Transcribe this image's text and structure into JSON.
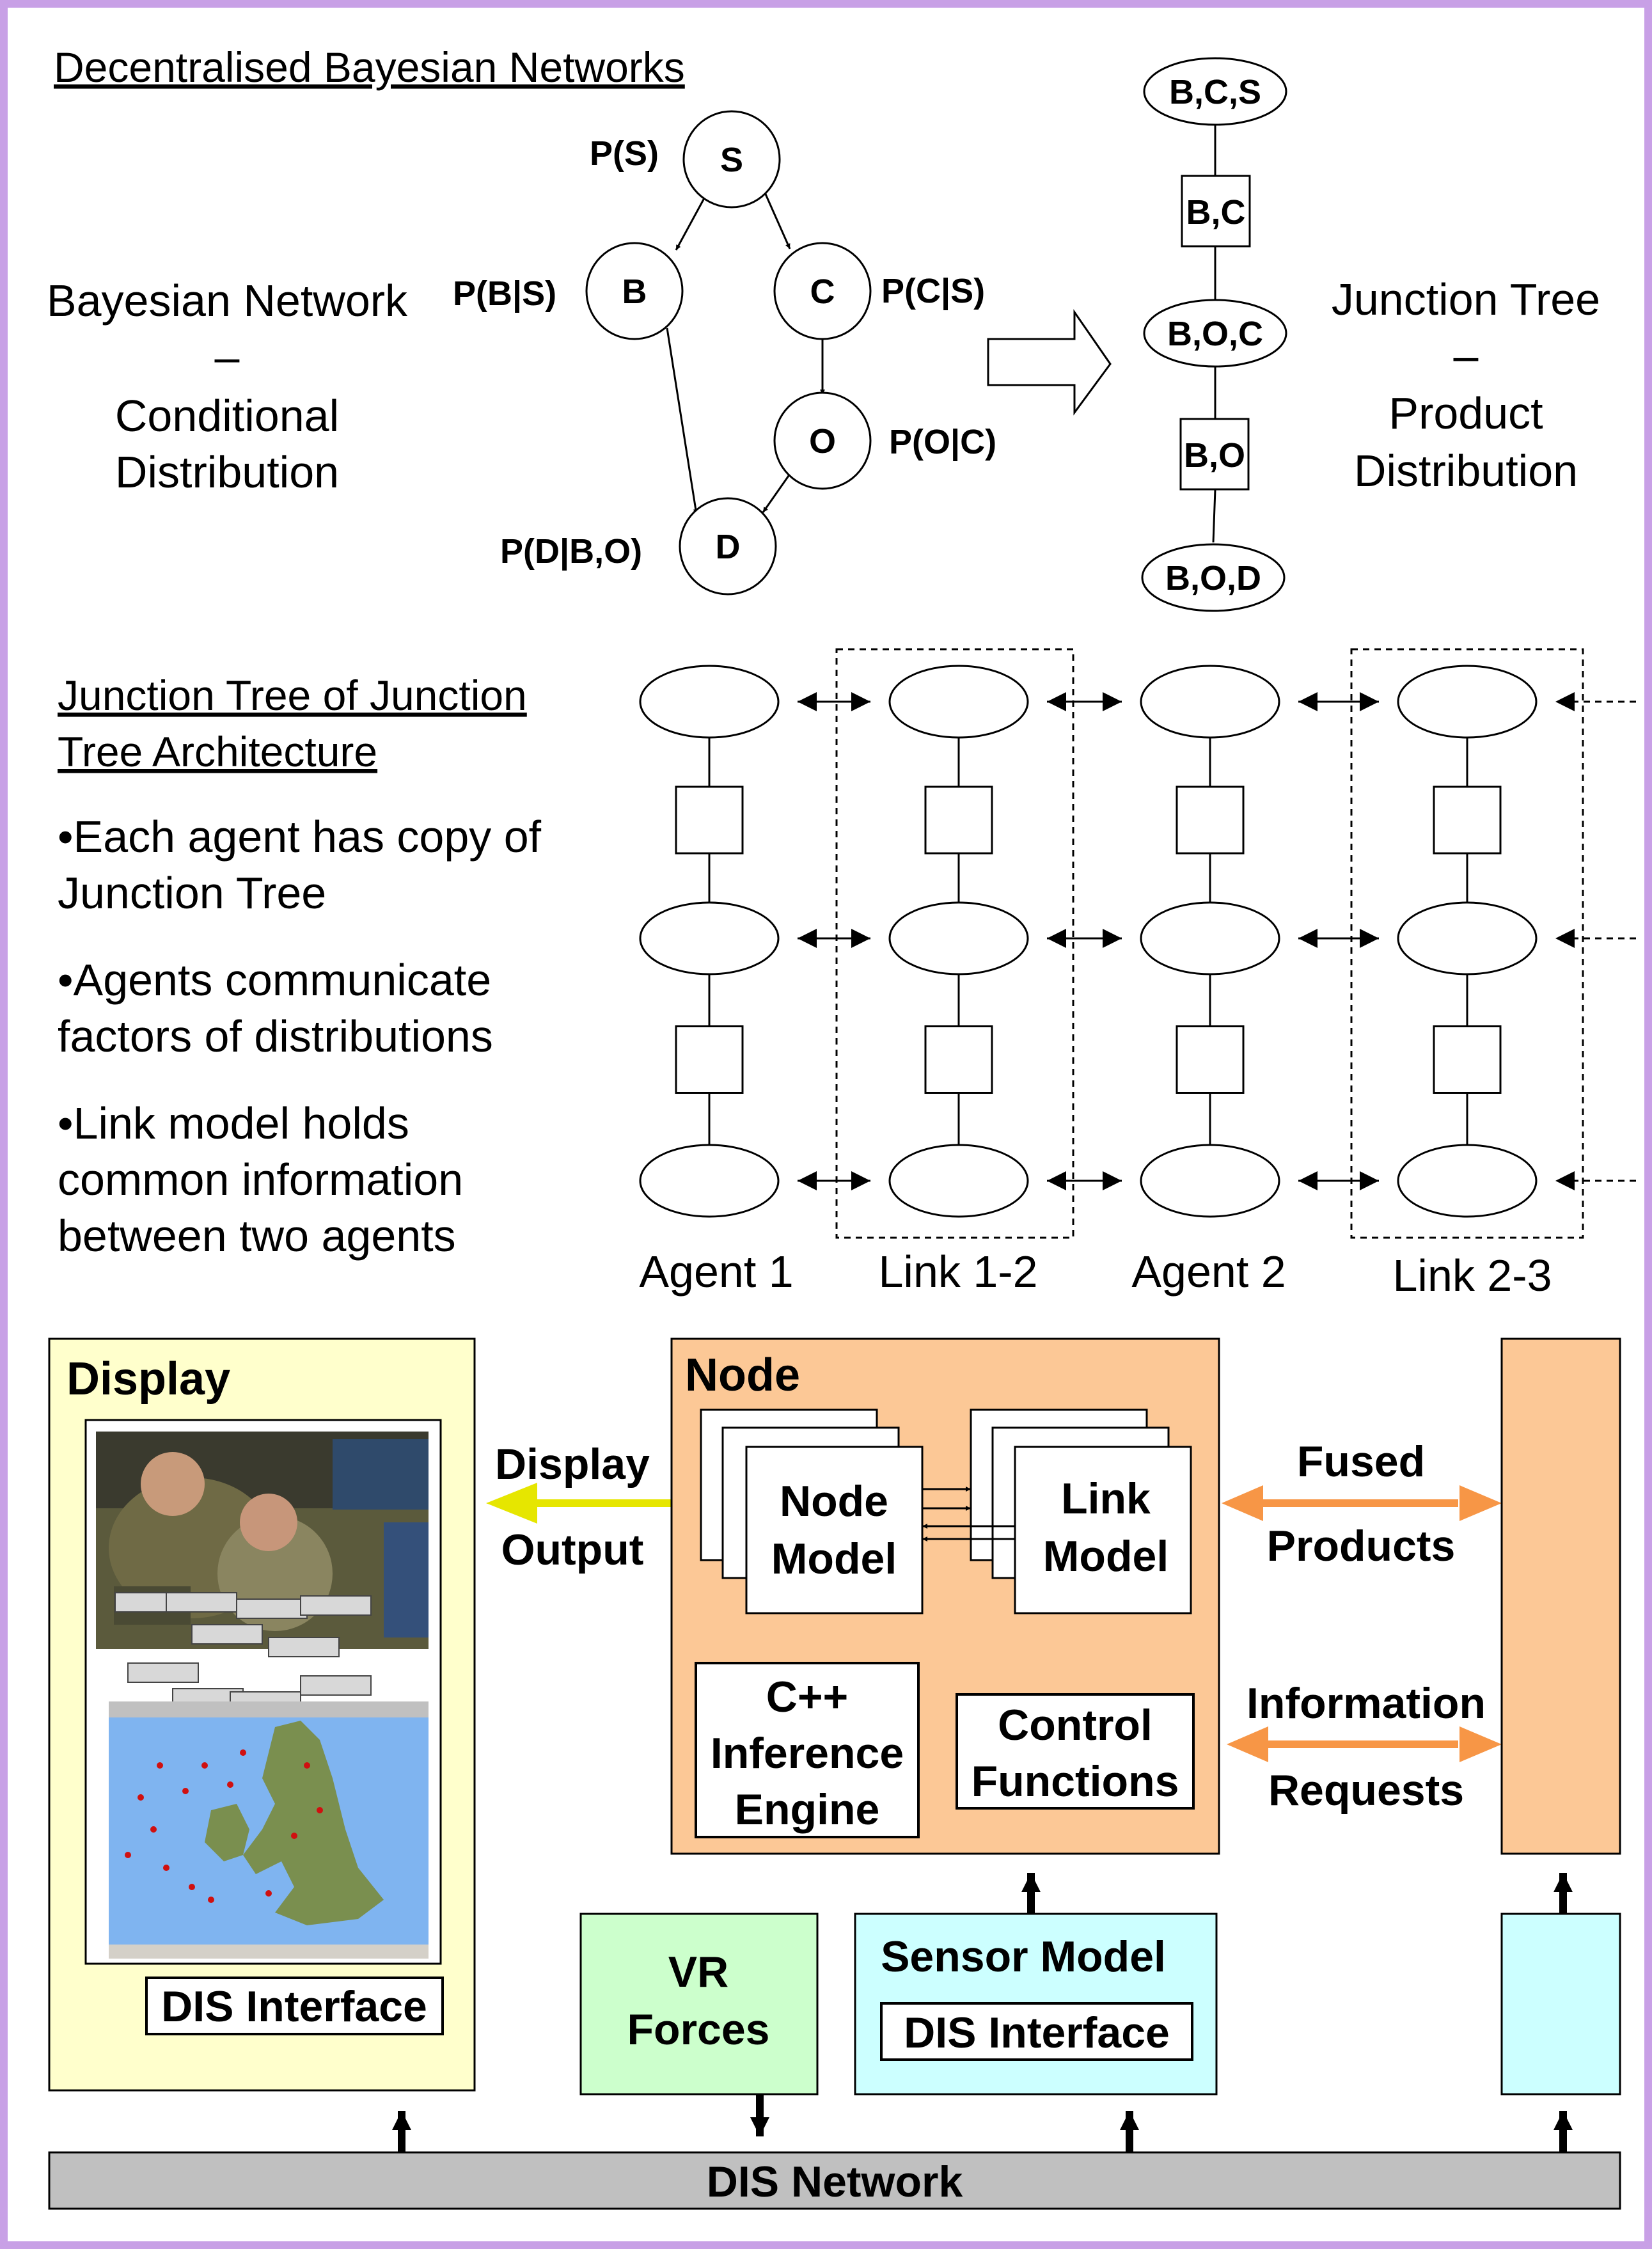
{
  "colors": {
    "frame": "#c8a0e6",
    "display_panel": "#ffffcc",
    "node_panel": "#fcc896",
    "vr_forces": "#ccffcc",
    "sensor_panel": "#ccffff",
    "dis_network": "#c0c0c0",
    "display_arrow": "#e6e600",
    "exchange_arrow": "#f79646"
  },
  "bayes": {
    "title": "Decentralised Bayesian Networks",
    "bn_label": [
      "Bayesian Network",
      "–",
      "Conditional",
      "Distribution"
    ],
    "nodes": {
      "s": "S",
      "b": "B",
      "c": "C",
      "o": "O",
      "d": "D"
    },
    "probs": {
      "s": "P(S)",
      "b": "P(B|S)",
      "c": "P(C|S)",
      "o": "P(O|C)",
      "d": "P(D|B,O)"
    },
    "jt_label": [
      "Junction Tree",
      "–",
      "Product",
      "Distribution"
    ],
    "jt_nodes": [
      "B,C,S",
      "B,C",
      "B,O,C",
      "B,O",
      "B,O,D"
    ]
  },
  "jtjt": {
    "title": [
      "Junction Tree of Junction",
      "Tree Architecture"
    ],
    "bullets": [
      [
        "•Each agent has copy of",
        "Junction Tree"
      ],
      [
        "•Agents communicate",
        "factors of distributions"
      ],
      [
        "•Link model holds",
        "common information",
        "between two agents"
      ]
    ],
    "columns": [
      "Agent 1",
      "Link 1-2",
      "Agent 2",
      "Link 2-3"
    ]
  },
  "system": {
    "display_title": "Display",
    "display_dis": "DIS Interface",
    "display_output": [
      "Display",
      "Output"
    ],
    "node_title": "Node",
    "node_model": [
      "Node",
      "Model"
    ],
    "link_model": [
      "Link",
      "Model"
    ],
    "inference": [
      "C++",
      "Inference",
      "Engine"
    ],
    "control": [
      "Control",
      "Functions"
    ],
    "fused": [
      "Fused",
      "Products"
    ],
    "info": [
      "Information",
      "Requests"
    ],
    "vr": [
      "VR",
      "Forces"
    ],
    "sensor_title": "Sensor Model",
    "sensor_dis": "DIS Interface",
    "network": "DIS Network"
  }
}
